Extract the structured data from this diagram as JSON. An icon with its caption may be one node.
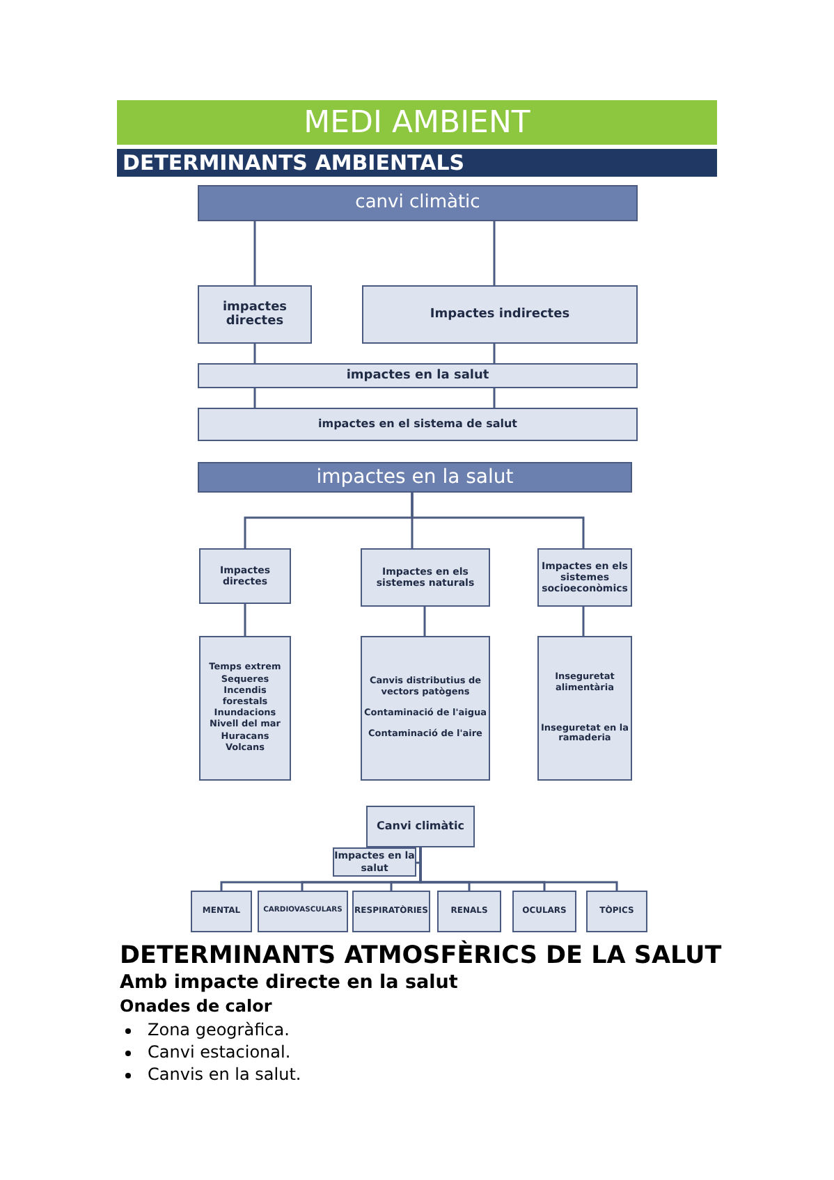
{
  "diagram": {
    "title": "MEDI AMBIENT",
    "nodes": [
      {
        "text": [
          "canvi climàtic"
        ]
      },
      {
        "text": [
          "impactes directes"
        ]
      },
      {
        "text": [
          "Impactes indirectes"
        ]
      },
      {
        "text": [
          "impactes en la salut"
        ]
      },
      {
        "text": [
          "impactes en el sistema de salut"
        ]
      },
      {
        "text": [
          "impactes en la salut"
        ]
      },
      {
        "text": [
          "Impactes directes"
        ]
      },
      {
        "text": [
          "Impactes en els sistemes naturals"
        ]
      },
      {
        "text": [
          "Impactes en els sistemes socioeconòmics"
        ]
      },
      {
        "text": [
          "Temps extrem",
          "Sequeres",
          "Incendis forestals",
          "Inundacions",
          "Nivell del mar",
          "Huracans",
          "Volcans"
        ]
      },
      {
        "text": [
          "Canvis distributius de vectors patògens",
          "Contaminació de l'aigua",
          "Contaminació de l'aire"
        ]
      },
      {
        "text": [
          "Inseguretat alimentària",
          "Inseguretat en la ramaderia"
        ]
      },
      {
        "text": [
          "Canvi climàtic"
        ]
      },
      {
        "text": [
          "Impactes en la salut"
        ]
      },
      {
        "text": [
          "MENTAL"
        ]
      },
      {
        "text": [
          "CARDIOVASCULARS"
        ]
      },
      {
        "text": [
          "RESPIRATÒRIES"
        ]
      },
      {
        "text": [
          "RENALS"
        ]
      },
      {
        "text": [
          "OCULARS"
        ]
      },
      {
        "text": [
          "TÒPICS"
        ]
      }
    ],
    "edges": [
      {
        "from": 0,
        "to": 1,
        "arrow": "none"
      },
      {
        "from": 0,
        "to": 2,
        "arrow": "none"
      },
      {
        "from": 1,
        "to": 3,
        "arrow": "none"
      },
      {
        "from": 2,
        "to": 3,
        "arrow": "none"
      },
      {
        "from": 3,
        "to": 4,
        "arrow": "none"
      },
      {
        "from": 3,
        "to": 4,
        "arrow": "none"
      },
      {
        "from": 5,
        "to": 6,
        "arrow": "none"
      },
      {
        "from": 5,
        "to": 7,
        "arrow": "none"
      },
      {
        "from": 5,
        "to": 8,
        "arrow": "none"
      },
      {
        "from": 6,
        "to": 9,
        "arrow": "none"
      },
      {
        "from": 7,
        "to": 10,
        "arrow": "none"
      },
      {
        "from": 8,
        "to": 11,
        "arrow": "none"
      },
      {
        "from": 12,
        "to": 13,
        "arrow": "none"
      },
      {
        "from": 12,
        "to": 14,
        "arrow": "none"
      },
      {
        "from": 12,
        "to": 15,
        "arrow": "none"
      },
      {
        "from": 12,
        "to": 16,
        "arrow": "none"
      },
      {
        "from": 12,
        "to": 17,
        "arrow": "none"
      },
      {
        "from": 12,
        "to": 18,
        "arrow": "none"
      },
      {
        "from": 12,
        "to": 19,
        "arrow": "none"
      }
    ],
    "labels": [
      "DETERMINANTS AMBIENTALS",
      "DETERMINANTS ATMOSFÈRICS DE LA SALUT",
      "Amb impacte directe en la salut",
      "Onades de calor",
      "Zona geogràfica.",
      "Canvi estacional.",
      "Canvis en la salut."
    ]
  }
}
